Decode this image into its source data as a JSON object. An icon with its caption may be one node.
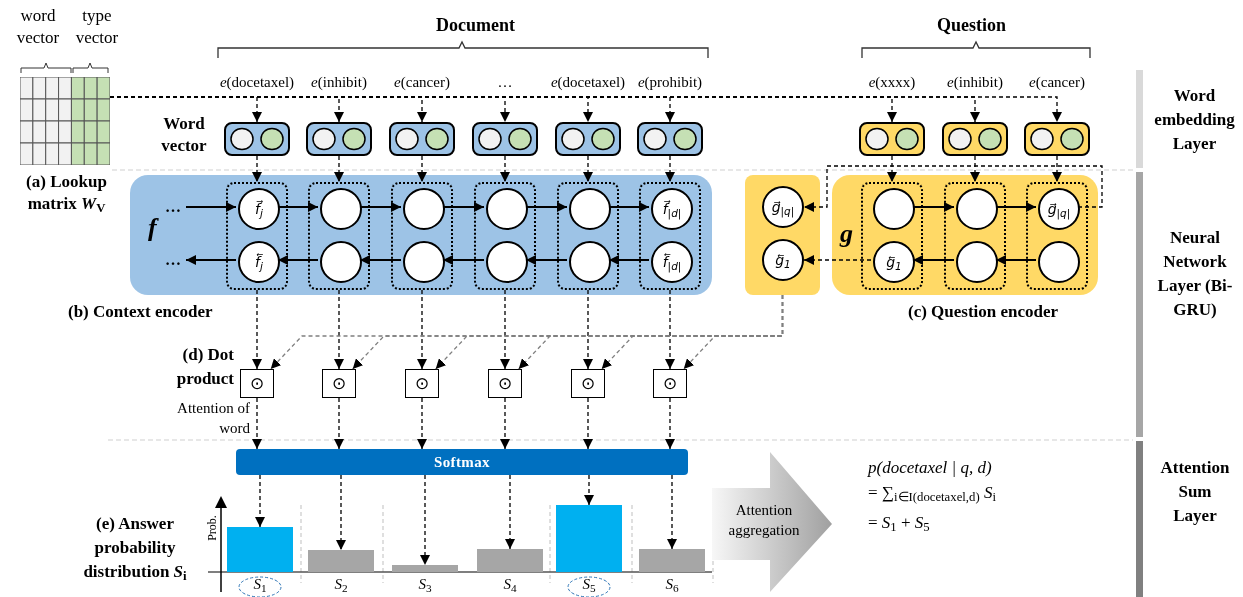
{
  "diagram": {
    "nodes": [
      {
        "text": [
          "word vector",
          "type vector"
        ],
        "beside": [
          "(a) Lookup matrix *W*$_{V}$"
        ]
      },
      {
        "text": [],
        "shape": "box",
        "beside": [
          "*e*(docetaxel)"
        ]
      },
      {
        "text": [],
        "shape": "box",
        "beside": [
          "*e*(inhibit)"
        ]
      },
      {
        "text": [],
        "shape": "box",
        "beside": [
          "*e*(cancer)"
        ]
      },
      {
        "text": [],
        "shape": "box",
        "beside": [
          "…"
        ]
      },
      {
        "text": [],
        "shape": "box",
        "beside": [
          "*e*(docetaxel)"
        ]
      },
      {
        "text": [],
        "shape": "box",
        "beside": [
          "*e*(prohibit)"
        ]
      },
      {
        "text": [],
        "shape": "box",
        "beside": [
          "*e*(xxxx)"
        ]
      },
      {
        "text": [],
        "shape": "box",
        "beside": [
          "*e*(inhibit)"
        ]
      },
      {
        "text": [],
        "shape": "box",
        "beside": [
          "*e*(cancer)"
        ]
      },
      {
        "text": [
          "f",
          "(b) Context encoder"
        ]
      },
      {
        "text": [],
        "shape": "box",
        "in": 10
      },
      {
        "text": [],
        "shape": "box",
        "in": 10
      },
      {
        "text": [],
        "shape": "box",
        "in": 10
      },
      {
        "text": [],
        "shape": "box",
        "in": 10
      },
      {
        "text": [],
        "shape": "box",
        "in": 10
      },
      {
        "text": [],
        "shape": "box",
        "in": 10
      },
      {
        "text": [
          "f⃗$_{j}$"
        ],
        "in": 11
      },
      {
        "text": [
          "f⃖$_{j}$"
        ],
        "in": 11
      },
      {
        "text": [],
        "shape": "circle",
        "in": 12
      },
      {
        "text": [],
        "shape": "circle",
        "in": 12
      },
      {
        "text": [],
        "shape": "circle",
        "in": 13
      },
      {
        "text": [],
        "shape": "circle",
        "in": 13
      },
      {
        "text": [],
        "shape": "circle",
        "in": 14
      },
      {
        "text": [],
        "shape": "circle",
        "in": 14
      },
      {
        "text": [],
        "shape": "circle",
        "in": 15
      },
      {
        "text": [],
        "shape": "circle",
        "in": 15
      },
      {
        "text": [
          "f⃗$_{|d|}$"
        ],
        "in": 16
      },
      {
        "text": [
          "f⃖$_{|d|}$"
        ],
        "in": 16
      },
      {
        "text": [
          "…"
        ],
        "in": 10
      },
      {
        "text": [
          "…"
        ],
        "in": 10
      },
      {
        "text": [],
        "shape": "box"
      },
      {
        "text": [
          "g⃗$_{|q|}$"
        ],
        "in": 31
      },
      {
        "text": [
          "g⃖$_{1}$"
        ],
        "in": 31
      },
      {
        "text": [
          "g",
          "(c) Question encoder"
        ]
      },
      {
        "text": [],
        "shape": "box",
        "in": 34
      },
      {
        "text": [],
        "shape": "box",
        "in": 34
      },
      {
        "text": [],
        "shape": "box",
        "in": 34
      },
      {
        "text": [],
        "shape": "circle",
        "in": 35
      },
      {
        "text": [
          "g⃖$_{1}$"
        ],
        "in": 35
      },
      {
        "text": [],
        "shape": "circle",
        "in": 36
      },
      {
        "text": [],
        "shape": "circle",
        "in": 36
      },
      {
        "text": [
          "g⃗$_{|q|}$"
        ],
        "in": 37
      },
      {
        "text": [],
        "shape": "circle",
        "in": 37
      },
      {
        "text": [
          "⊙"
        ]
      },
      {
        "text": [
          "⊙"
        ]
      },
      {
        "text": [
          "⊙"
        ]
      },
      {
        "text": [
          "⊙"
        ]
      },
      {
        "text": [
          "⊙"
        ]
      },
      {
        "text": [
          "⊙"
        ]
      },
      {
        "text": [
          "Softmax"
        ]
      },
      {
        "text": [
          "Attention aggregation"
        ]
      },
      {
        "text": [],
        "shape": "bar"
      },
      {
        "text": [],
        "shape": "bar"
      },
      {
        "text": [],
        "shape": "bar"
      },
      {
        "text": [],
        "shape": "bar"
      },
      {
        "text": [],
        "shape": "bar"
      },
      {
        "text": [],
        "shape": "bar"
      }
    ],
    "edges": [
      {
        "from": 0,
        "to": 1,
        "arrow": "to",
        "style": "dashed"
      },
      {
        "from": 0,
        "to": 2,
        "arrow": "to",
        "style": "dashed"
      },
      {
        "from": 0,
        "to": 3,
        "arrow": "to",
        "style": "dashed"
      },
      {
        "from": 0,
        "to": 4,
        "arrow": "to",
        "style": "dashed"
      },
      {
        "from": 0,
        "to": 5,
        "arrow": "to",
        "style": "dashed"
      },
      {
        "from": 0,
        "to": 6,
        "arrow": "to",
        "style": "dashed"
      },
      {
        "from": 0,
        "to": 7,
        "arrow": "to",
        "style": "dashed"
      },
      {
        "from": 0,
        "to": 8,
        "arrow": "to",
        "style": "dashed"
      },
      {
        "from": 0,
        "to": 9,
        "arrow": "to",
        "style": "dashed"
      },
      {
        "from": 1,
        "to": 11,
        "arrow": "to",
        "style": "dashed"
      },
      {
        "from": 2,
        "to": 12,
        "arrow": "to",
        "style": "dashed"
      },
      {
        "from": 3,
        "to": 13,
        "arrow": "to",
        "style": "dashed"
      },
      {
        "from": 4,
        "to": 14,
        "arrow": "to",
        "style": "dashed"
      },
      {
        "from": 5,
        "to": 15,
        "arrow": "to",
        "style": "dashed"
      },
      {
        "from": 6,
        "to": 16,
        "arrow": "to",
        "style": "dashed"
      },
      {
        "from": 7,
        "to": 35,
        "arrow": "to",
        "style": "dashed"
      },
      {
        "from": 8,
        "to": 36,
        "arrow": "to",
        "style": "dashed"
      },
      {
        "from": 9,
        "to": 37,
        "arrow": "to",
        "style": "dashed"
      },
      {
        "from": 29,
        "to": 17,
        "arrow": "to"
      },
      {
        "from": 17,
        "to": 19,
        "arrow": "to"
      },
      {
        "from": 19,
        "to": 21,
        "arrow": "to"
      },
      {
        "from": 21,
        "to": 23,
        "arrow": "to"
      },
      {
        "from": 23,
        "to": 25,
        "arrow": "to"
      },
      {
        "from": 25,
        "to": 27,
        "arrow": "to"
      },
      {
        "from": 28,
        "to": 26,
        "arrow": "to"
      },
      {
        "from": 26,
        "to": 24,
        "arrow": "to"
      },
      {
        "from": 24,
        "to": 22,
        "arrow": "to"
      },
      {
        "from": 22,
        "to": 20,
        "arrow": "to"
      },
      {
        "from": 20,
        "to": 18,
        "arrow": "to"
      },
      {
        "from": 18,
        "to": 30,
        "arrow": "to"
      },
      {
        "from": 38,
        "to": 40,
        "arrow": "to"
      },
      {
        "from": 40,
        "to": 42,
        "arrow": "to"
      },
      {
        "from": 43,
        "to": 41,
        "arrow": "to"
      },
      {
        "from": 41,
        "to": 39,
        "arrow": "to"
      },
      {
        "from": 42,
        "to": 32,
        "arrow": "to",
        "style": "dashed"
      },
      {
        "from": 39,
        "to": 33,
        "arrow": "to",
        "style": "dashed"
      },
      {
        "from": 11,
        "to": 44,
        "arrow": "to",
        "style": "dashed"
      },
      {
        "from": 12,
        "to": 45,
        "arrow": "to",
        "style": "dashed"
      },
      {
        "from": 13,
        "to": 46,
        "arrow": "to",
        "style": "dashed"
      },
      {
        "from": 14,
        "to": 47,
        "arrow": "to",
        "style": "dashed"
      },
      {
        "from": 15,
        "to": 48,
        "arrow": "to",
        "style": "dashed"
      },
      {
        "from": 16,
        "to": 49,
        "arrow": "to",
        "style": "dashed"
      },
      {
        "from": 31,
        "to": 44,
        "arrow": "to",
        "style": "dashed",
        "color": "#7f7f7f"
      },
      {
        "from": 31,
        "to": 45,
        "arrow": "to",
        "style": "dashed",
        "color": "#7f7f7f"
      },
      {
        "from": 31,
        "to": 46,
        "arrow": "to",
        "style": "dashed",
        "color": "#7f7f7f"
      },
      {
        "from": 31,
        "to": 47,
        "arrow": "to",
        "style": "dashed",
        "color": "#7f7f7f"
      },
      {
        "from": 31,
        "to": 48,
        "arrow": "to",
        "style": "dashed",
        "color": "#7f7f7f"
      },
      {
        "from": 31,
        "to": 49,
        "arrow": "to",
        "style": "dashed",
        "color": "#7f7f7f"
      },
      {
        "from": 44,
        "to": 50,
        "arrow": "to",
        "style": "dashed"
      },
      {
        "from": 45,
        "to": 50,
        "arrow": "to",
        "style": "dashed"
      },
      {
        "from": 46,
        "to": 50,
        "arrow": "to",
        "style": "dashed"
      },
      {
        "from": 47,
        "to": 50,
        "arrow": "to",
        "style": "dashed"
      },
      {
        "from": 48,
        "to": 50,
        "arrow": "to",
        "style": "dashed"
      },
      {
        "from": 49,
        "to": 50,
        "arrow": "to",
        "style": "dashed"
      },
      {
        "from": 50,
        "to": 52,
        "arrow": "to",
        "style": "dashed"
      },
      {
        "from": 50,
        "to": 53,
        "arrow": "to",
        "style": "dashed"
      },
      {
        "from": 50,
        "to": 54,
        "arrow": "to",
        "style": "dashed"
      },
      {
        "from": 50,
        "to": 55,
        "arrow": "to",
        "style": "dashed"
      },
      {
        "from": 50,
        "to": 56,
        "arrow": "to",
        "style": "dashed"
      },
      {
        "from": 50,
        "to": 57,
        "arrow": "to",
        "style": "dashed"
      }
    ],
    "labels": [
      "Document",
      "Question",
      "Word vector",
      "(d) Dot product",
      "Attention of word",
      "Prob.",
      "(e) Answer probability distribution *S*$_{i}$",
      "*S*$_{1}$",
      "*S*$_{2}$",
      "*S*$_{3}$",
      "*S*$_{4}$",
      "*S*$_{5}$",
      "*S*$_{6}$",
      "p(docetaxel | q, d)",
      "= ∑$_{i∈I(docetaxel,d)}$ *S*$_{i}$",
      "= *S*$_{1}$ + *S*$_{5}$",
      "Word embedding Layer",
      "Neural Network Layer (Bi-GRU)",
      "Attention Sum Layer"
    ]
  }
}
